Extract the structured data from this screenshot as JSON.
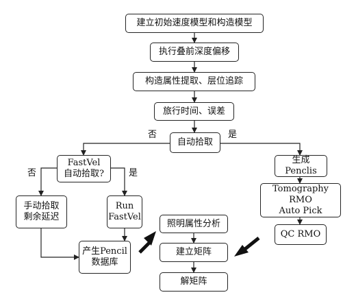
{
  "steps": {
    "build_models": "建立初始速度模型和构造模型",
    "migration": "执行叠前深度偏移",
    "attr_extract": "构造属性提取、层位追踪",
    "traveltime": "旅行时间、误差",
    "auto_pick": "自动拾取",
    "fastvel_q": "FastVel\n自动拾取?",
    "gen_pencils": "生成Penclis",
    "manual_pick": "手动拾取\n剩余延迟",
    "run_fastvel": "Run\nFastVel",
    "tomo_rmo": "Tomography RMO\nAuto Pick",
    "illum": "照明属性分析",
    "pencil_db": "产生Pencil\n数据库",
    "build_matrix": "建立矩阵",
    "qc_rmo": "QC  RMO",
    "solve_matrix": "解矩阵"
  },
  "branch_labels": {
    "auto_no": "否",
    "auto_yes": "是",
    "fastvel_no": "否",
    "fastvel_yes": "是"
  }
}
